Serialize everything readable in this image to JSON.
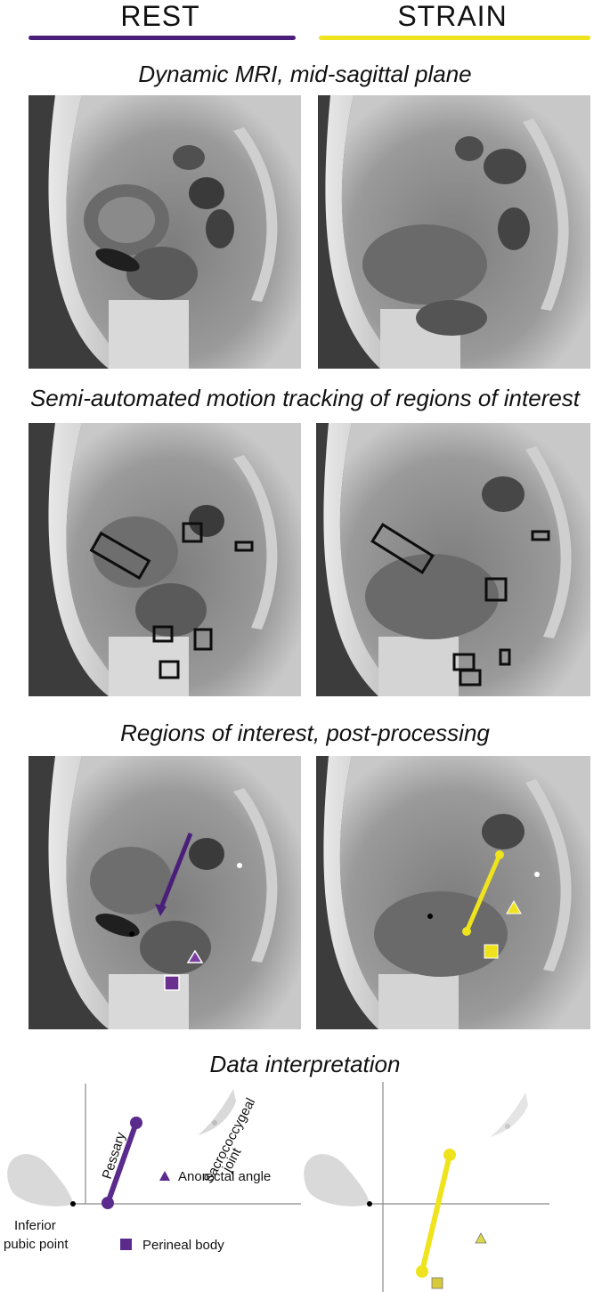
{
  "columns": {
    "rest": {
      "label": "REST",
      "color": "#4a1f7a"
    },
    "strain": {
      "label": "STRAIN",
      "color": "#efe31d"
    }
  },
  "sections": {
    "mri": "Dynamic MRI, mid-sagittal plane",
    "tracking": "Semi-automated motion tracking of regions of interest",
    "post": "Regions of interest, post-processing",
    "interp": "Data interpretation"
  },
  "diagram": {
    "pessary": "Pessary",
    "sacro_line1": "Sacrococcygeal",
    "sacro_line2": "joint",
    "anorectal": "Anorectal angle",
    "inferior_line1": "Inferior",
    "inferior_line2": "pubic point",
    "perineal": "Perineal body"
  },
  "marker_colors": {
    "rest_triangle": "#7a3fa0",
    "strain_triangle": "#d9d94a",
    "rest_square": "#6a2f8f",
    "strain_square": "#d6c93a"
  }
}
